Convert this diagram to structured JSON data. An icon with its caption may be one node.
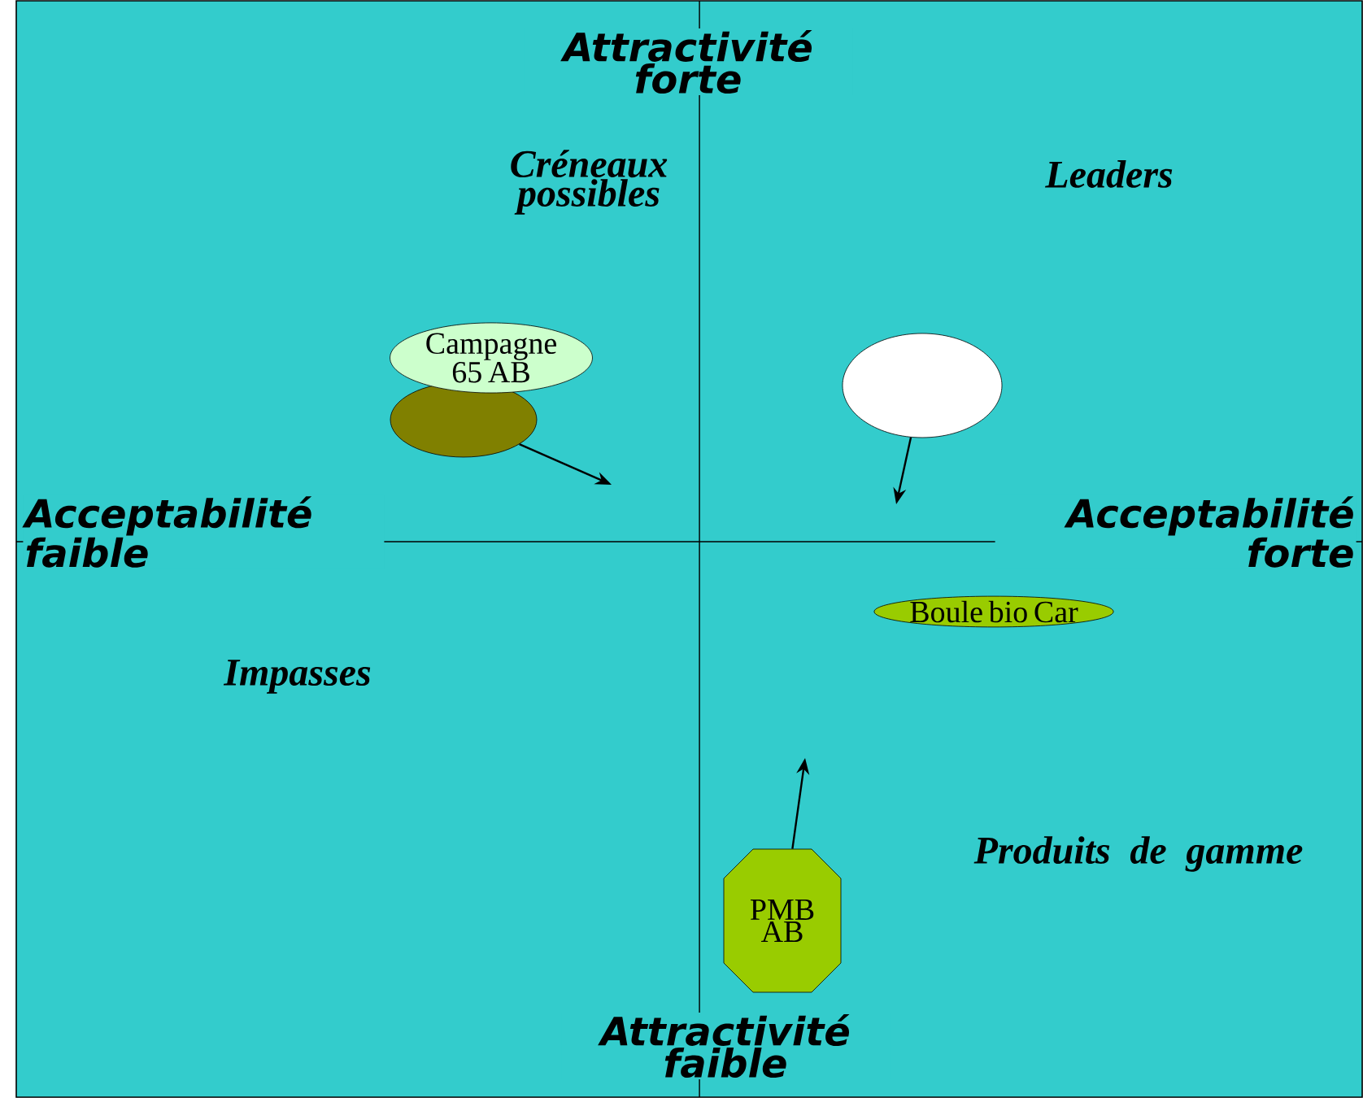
{
  "diagram": {
    "nodes": [
      {
        "text": [
          "Campagne 65 AB"
        ]
      },
      {
        "text": [],
        "shape": "ellipse"
      },
      {
        "text": [],
        "shape": "ellipse"
      },
      {
        "text": [
          "Boule bio Car"
        ]
      },
      {
        "text": [
          "PMB AB"
        ]
      }
    ],
    "edges": [
      {
        "from": 1,
        "to": null,
        "arrow": "to"
      },
      {
        "from": 2,
        "to": null,
        "arrow": "to"
      },
      {
        "from": 4,
        "to": null,
        "arrow": "to"
      }
    ],
    "labels": [
      "Attractivité forte",
      "Créneaux possibles",
      "Leaders",
      "Acceptabilité faible",
      "Acceptabilité forte",
      "Impasses",
      "Produits de gamme",
      "Attractivité faible"
    ]
  }
}
